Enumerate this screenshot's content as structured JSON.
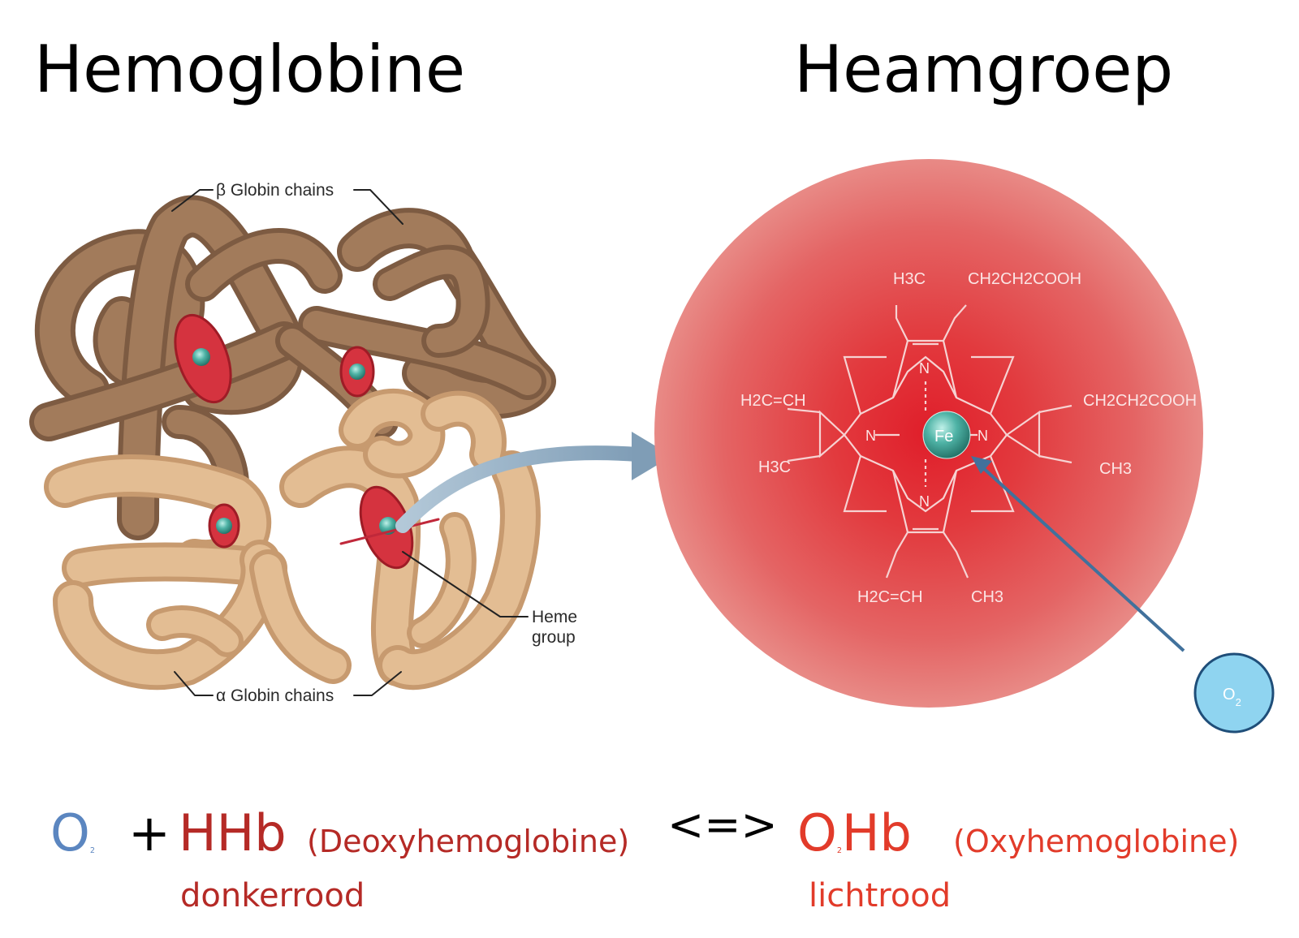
{
  "titles": {
    "left": "Hemoglobine",
    "right": "Heamgroep"
  },
  "protein_labels": {
    "beta": "β Globin chains",
    "alpha": "α Globin chains",
    "heme_line1": "Heme",
    "heme_line2": "group"
  },
  "molecule": {
    "fe": "Fe",
    "n": "N",
    "groups": {
      "top_left": "H3C",
      "top_right": "CH2CH2COOH",
      "left_upper": "H2C=CH",
      "left_lower": "H3C",
      "right_upper": "CH2CH2COOH",
      "right_lower": "CH3",
      "bottom_left": "H2C=CH",
      "bottom_right": "CH3"
    }
  },
  "o2_badge": {
    "main": "O",
    "sub": "2"
  },
  "equation": {
    "o2_main": "O",
    "o2_sub": "2",
    "plus": "+",
    "hhb": "HHb",
    "deoxy": "(Deoxyhemoglobine)",
    "arrow": "<=>",
    "o2hb_main": "O",
    "o2hb_sub": "2",
    "o2hb_rest": "Hb",
    "oxy": "(Oxyhemoglobine)"
  },
  "notes": {
    "left": "donkerrood",
    "right": "lichtrood"
  },
  "colors": {
    "o2": "#5b86c0",
    "deoxy": "#b52a26",
    "oxy": "#e23b2a",
    "globin_dark": "#9b7556",
    "globin_light": "#e0b98e",
    "heme_disc": "#d5333f",
    "iron": "#4aa79a",
    "heme_sphere": "#e06060",
    "pointer": "#41719c",
    "badge": "#8fd4f0"
  }
}
